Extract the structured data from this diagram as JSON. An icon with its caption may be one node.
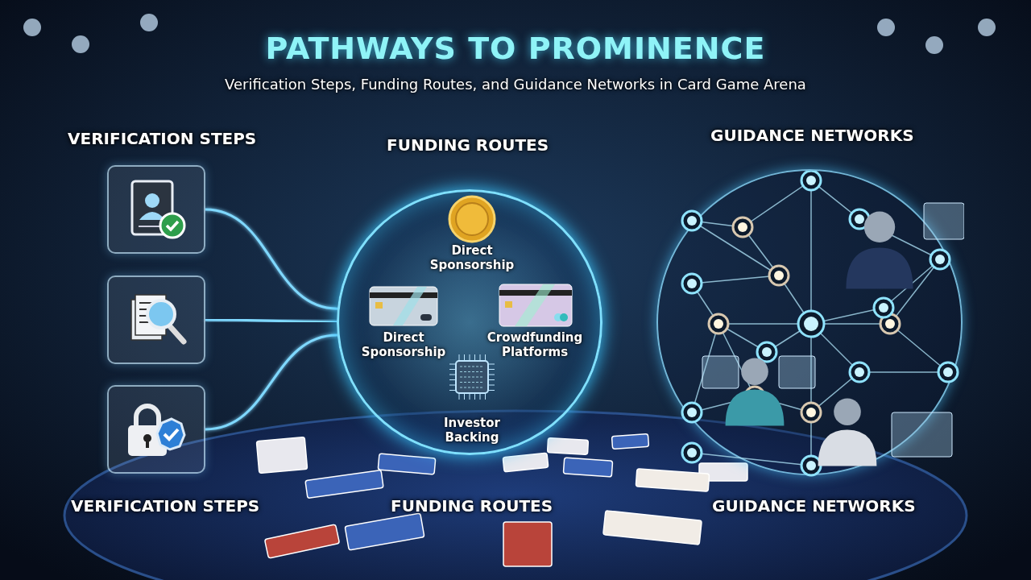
{
  "diagram": {
    "title": "PATHWAYS TO PROMINENCE",
    "nodes": [
      {
        "text": [],
        "shape": "box"
      },
      {
        "text": [],
        "shape": "box"
      },
      {
        "text": [],
        "shape": "box"
      },
      {
        "text": [],
        "shape": "circle"
      },
      {
        "text": [
          "Direct Sponsorship"
        ],
        "in": 3
      },
      {
        "text": [
          "Direct Sponsorship"
        ],
        "in": 3
      },
      {
        "text": [
          "Crowdfunding Platforms"
        ],
        "in": 3
      },
      {
        "text": [
          "Investor Backing"
        ],
        "in": 3
      },
      {
        "text": [],
        "shape": "circle"
      }
    ],
    "edges": [
      {
        "from": 0,
        "to": 3,
        "arrow": "none"
      },
      {
        "from": 1,
        "to": 3,
        "arrow": "none"
      },
      {
        "from": 2,
        "to": 3,
        "arrow": "none"
      },
      {
        "from": 3,
        "to": 8,
        "arrow": "none"
      }
    ],
    "labels": [
      "Verification Steps, Funding Routes, and Guidance Networks in Card Game Arena",
      "VERIFICATION STEPS",
      "FUNDING ROUTES",
      "GUIDANCE NETWORKS",
      "VERIFICATION STEPS",
      "FUNDING ROUTES",
      "GUIDANCE NETWORKS"
    ]
  }
}
